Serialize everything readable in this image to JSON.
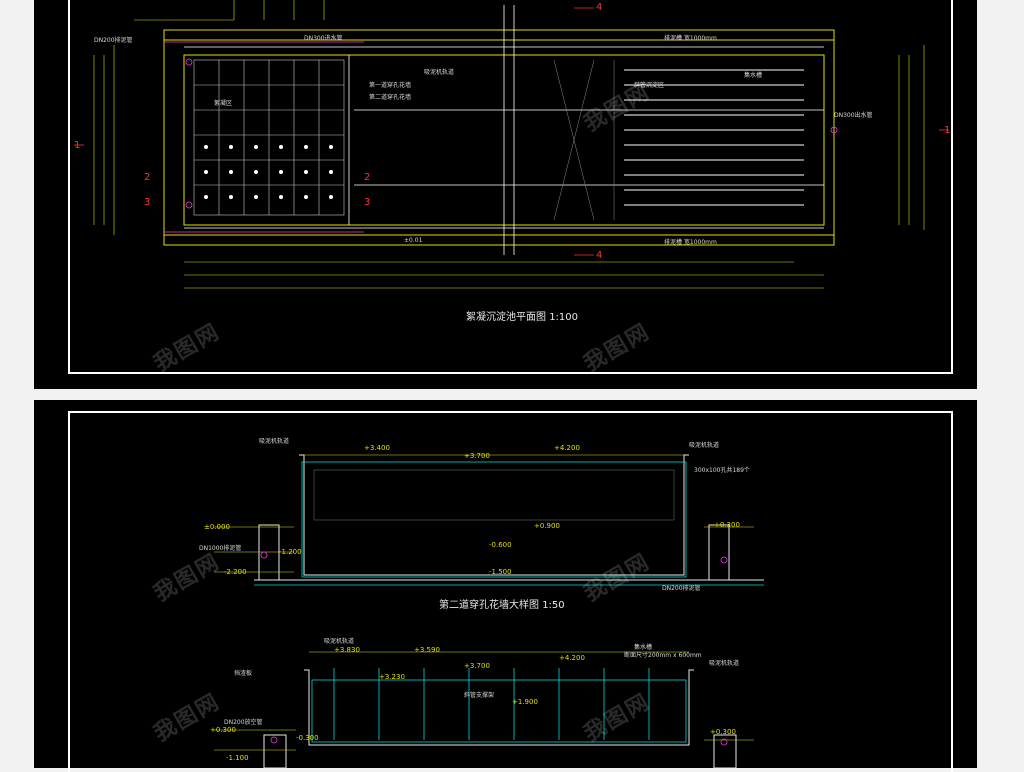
{
  "plan": {
    "title": "絮凝沉淀池平面图",
    "scale": "1:100",
    "section_markers": {
      "m1": "1",
      "m2": "2",
      "m3": "3",
      "m4": "4"
    },
    "labels": {
      "inlet_pipe": "DN300进水管",
      "dn200_drain": "DN200排泥管",
      "floc_zone": "絮凝区",
      "settle_zone": "斜管沉淀区",
      "wall1": "第一道穿孔花墙",
      "wall2": "第二道穿孔花墙",
      "outlet_pipe": "DN300出水管",
      "collect_trough": "集水槽",
      "mud_channel": "排泥槽 宽1000mm",
      "mud_channel2": "排泥槽 宽1000mm",
      "rail": "吸泥机轨道",
      "level": "±0.01"
    }
  },
  "detail1": {
    "title": "第二道穿孔花墙大样图",
    "scale": "1:50",
    "elev_a": "+3.400",
    "elev_b": "+3.700",
    "elev_c": "+4.200",
    "elev_d": "+0.900",
    "elev_e": "±0.000",
    "elev_f": "-1.200",
    "elev_g": "-2.200",
    "elev_h": "+0.300",
    "elev_i": "-0.600",
    "elev_j": "-1.500",
    "note_holes": "300x100孔共189个",
    "note_rail": "吸泥机轨道",
    "note_rail2": "吸泥机轨道",
    "note_pipe": "DN1000排泥管",
    "note_pipe2": "DN200排泥管"
  },
  "detail2": {
    "elev_a": "+3.830",
    "elev_b": "+3.590",
    "elev_c": "+3.700",
    "elev_d": "+4.200",
    "elev_e": "+3.230",
    "elev_f": "+1.900",
    "elev_g": "+0.300",
    "elev_h": "-0.300",
    "elev_i": "+0.300",
    "elev_j": "-1.100",
    "note_rail": "吸泥机轨道",
    "note_trough": "集水槽",
    "note_size": "断面尺寸200mm x 600mm",
    "note_rail2": "吸泥机轨道",
    "note_board": "挡渣板",
    "note_pipe": "DN200放空管",
    "note_plate": "斜管支撑架"
  },
  "watermark": "我图网"
}
